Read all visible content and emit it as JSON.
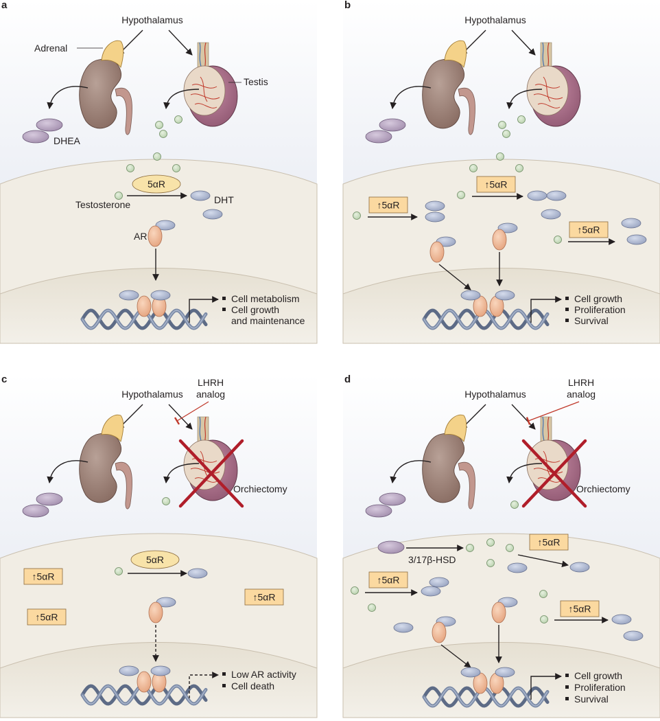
{
  "colors": {
    "cell_fill": "#f1ede4",
    "sky_top": "#ffffff",
    "sky_bottom": "#dfe3ee",
    "kidney": "#9b8379",
    "adrenal": "#f4d289",
    "testis_outer": "#a06a82",
    "testis_inner": "#e9d9c8",
    "dht": "#a7b1cb",
    "testosterone": "#c9dcc0",
    "ar": "#efb995",
    "dhea": "#b7a4bf",
    "enzyme_box": "#fbd9a0",
    "enzyme_oval": "#f8e3a9",
    "dna": "#7b8aa6",
    "cross": "#b01e2a",
    "inhibit": "#c0392b"
  },
  "panels": [
    {
      "letter": "a",
      "hypothalamus": "Hypothalamus",
      "adrenal": "Adrenal",
      "testis": "Testis",
      "dhea": "DHEA",
      "enzyme": "5αR",
      "testosterone": "Testosterone",
      "dht": "DHT",
      "ar": "AR",
      "outcomes": [
        "Cell metabolism",
        "Cell growth",
        "and maintenance"
      ]
    },
    {
      "letter": "b",
      "hypothalamus": "Hypothalamus",
      "enzymes": [
        "↑5αR",
        "↑5αR",
        "↑5αR"
      ],
      "outcomes": [
        "Cell growth",
        "Proliferation",
        "Survival"
      ]
    },
    {
      "letter": "c",
      "hypothalamus": "Hypothalamus",
      "lhrh": [
        "LHRH",
        "analog"
      ],
      "orchiectomy": "Orchiectomy",
      "enzyme": "5αR",
      "enzymes": [
        "↑5αR",
        "↑5αR",
        "↑5αR"
      ],
      "outcomes": [
        "Low AR activity",
        "Cell death"
      ]
    },
    {
      "letter": "d",
      "hypothalamus": "Hypothalamus",
      "lhrh": [
        "LHRH",
        "analog"
      ],
      "orchiectomy": "Orchiectomy",
      "hsd": "3/17β-HSD",
      "enzymes": [
        "↑5αR",
        "↑5αR",
        "↑5αR"
      ],
      "outcomes": [
        "Cell growth",
        "Proliferation",
        "Survival"
      ]
    }
  ]
}
